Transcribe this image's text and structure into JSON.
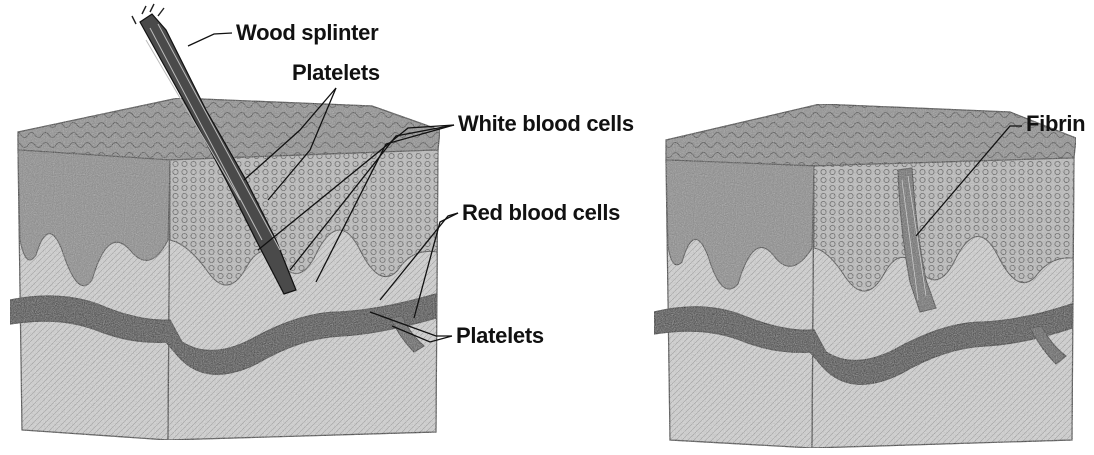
{
  "labels": {
    "wood_splinter": "Wood splinter",
    "platelets_top": "Platelets",
    "white_blood_cells": "White blood cells",
    "red_blood_cells": "Red blood cells",
    "platelets_bottom": "Platelets",
    "fibrin": "Fibrin"
  },
  "colors": {
    "ink": "#111111",
    "paper": "#ffffff"
  },
  "panels": [
    {
      "state": "splinter-wound"
    },
    {
      "state": "fibrin-clot"
    }
  ]
}
